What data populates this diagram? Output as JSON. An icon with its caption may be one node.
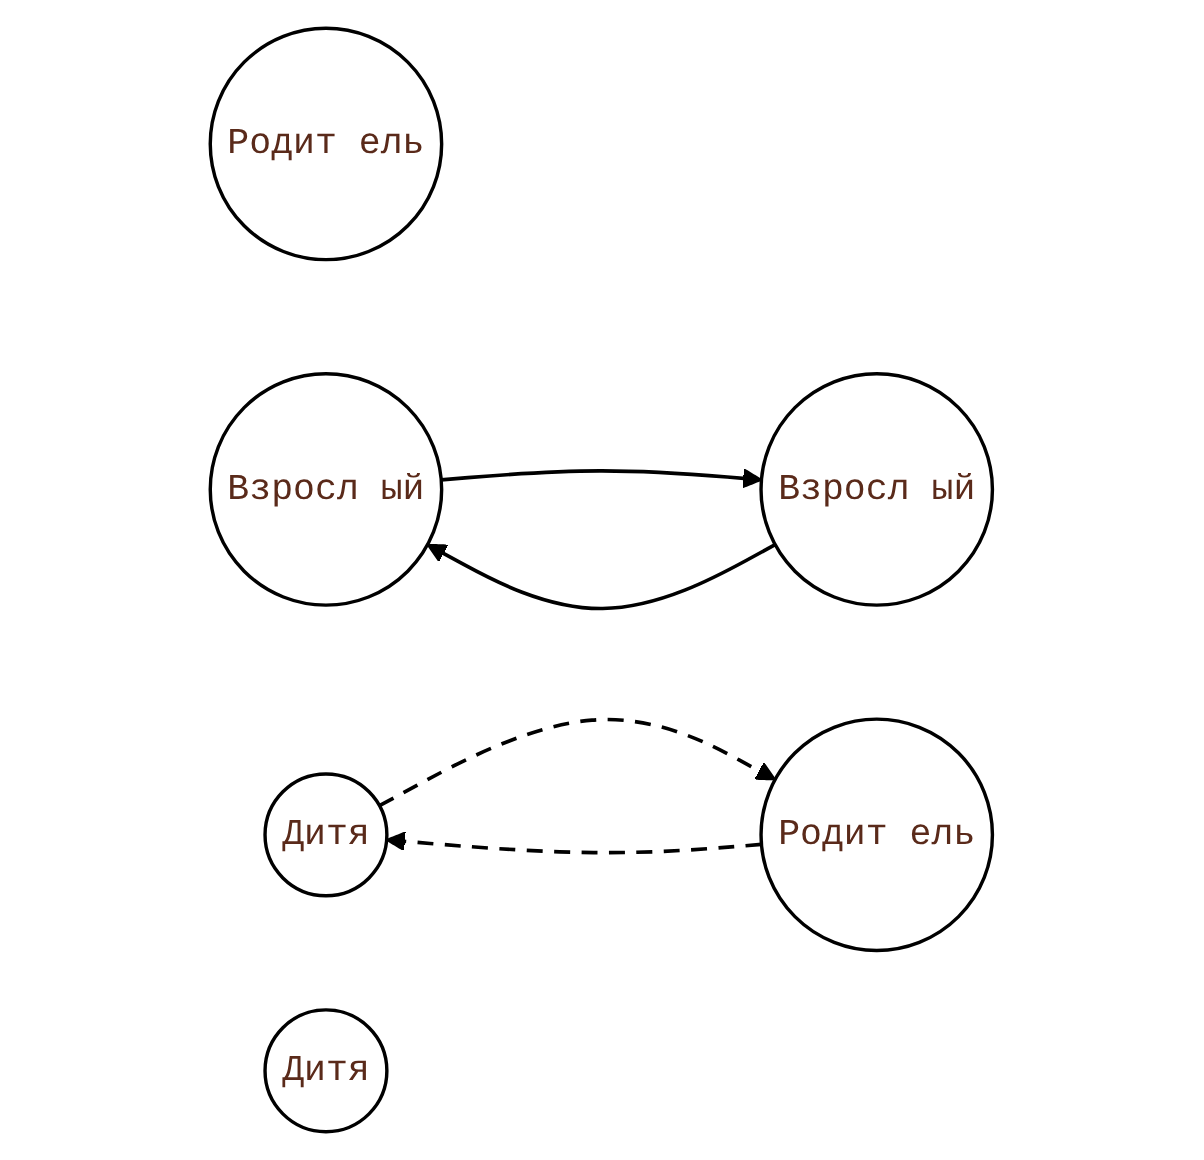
{
  "diagram": {
    "nodes": [
      {
        "text": [
          "Родит ель"
        ]
      },
      {
        "text": [
          "Взросл ый"
        ]
      },
      {
        "text": [
          "Дитя"
        ]
      },
      {
        "text": [
          "Родит ель"
        ]
      },
      {
        "text": [
          "Взросл ый"
        ]
      },
      {
        "text": [
          "Дитя"
        ]
      }
    ],
    "edges": [
      {
        "from": 1,
        "to": 4,
        "arrow": "to"
      },
      {
        "from": 4,
        "to": 1,
        "arrow": "to"
      },
      {
        "from": 3,
        "to": 2,
        "arrow": "to",
        "style": "dashed"
      },
      {
        "from": 2,
        "to": 3,
        "arrow": "to",
        "style": "dashed"
      }
    ]
  }
}
